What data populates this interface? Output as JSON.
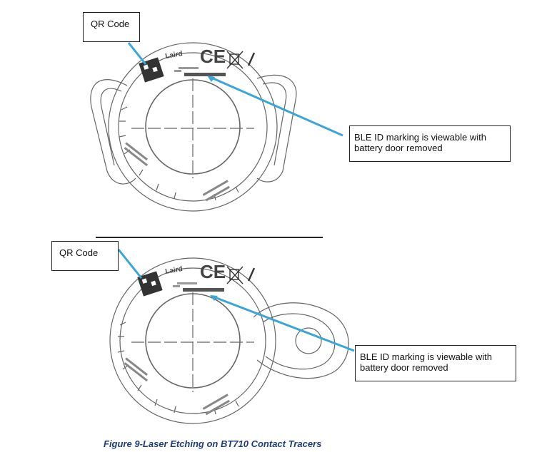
{
  "figure": {
    "caption": "Figure 9-Laser Etching on BT710 Contact Tracers",
    "colors": {
      "leader_line": "#3aa6d8",
      "caption": "#1f3d7a",
      "outline": "#555555"
    }
  },
  "top_panel": {
    "qr_label": "QR Code",
    "ble_label_line1": "BLE ID marking is viewable with",
    "ble_label_line2": "battery door removed",
    "brand_mark": "Laird",
    "ce_mark": "CE"
  },
  "bottom_panel": {
    "qr_label": "QR Code",
    "ble_label_line1": "BLE ID marking is viewable with",
    "ble_label_line2": "battery door removed",
    "brand_mark": "Laird",
    "ce_mark": "CE"
  }
}
